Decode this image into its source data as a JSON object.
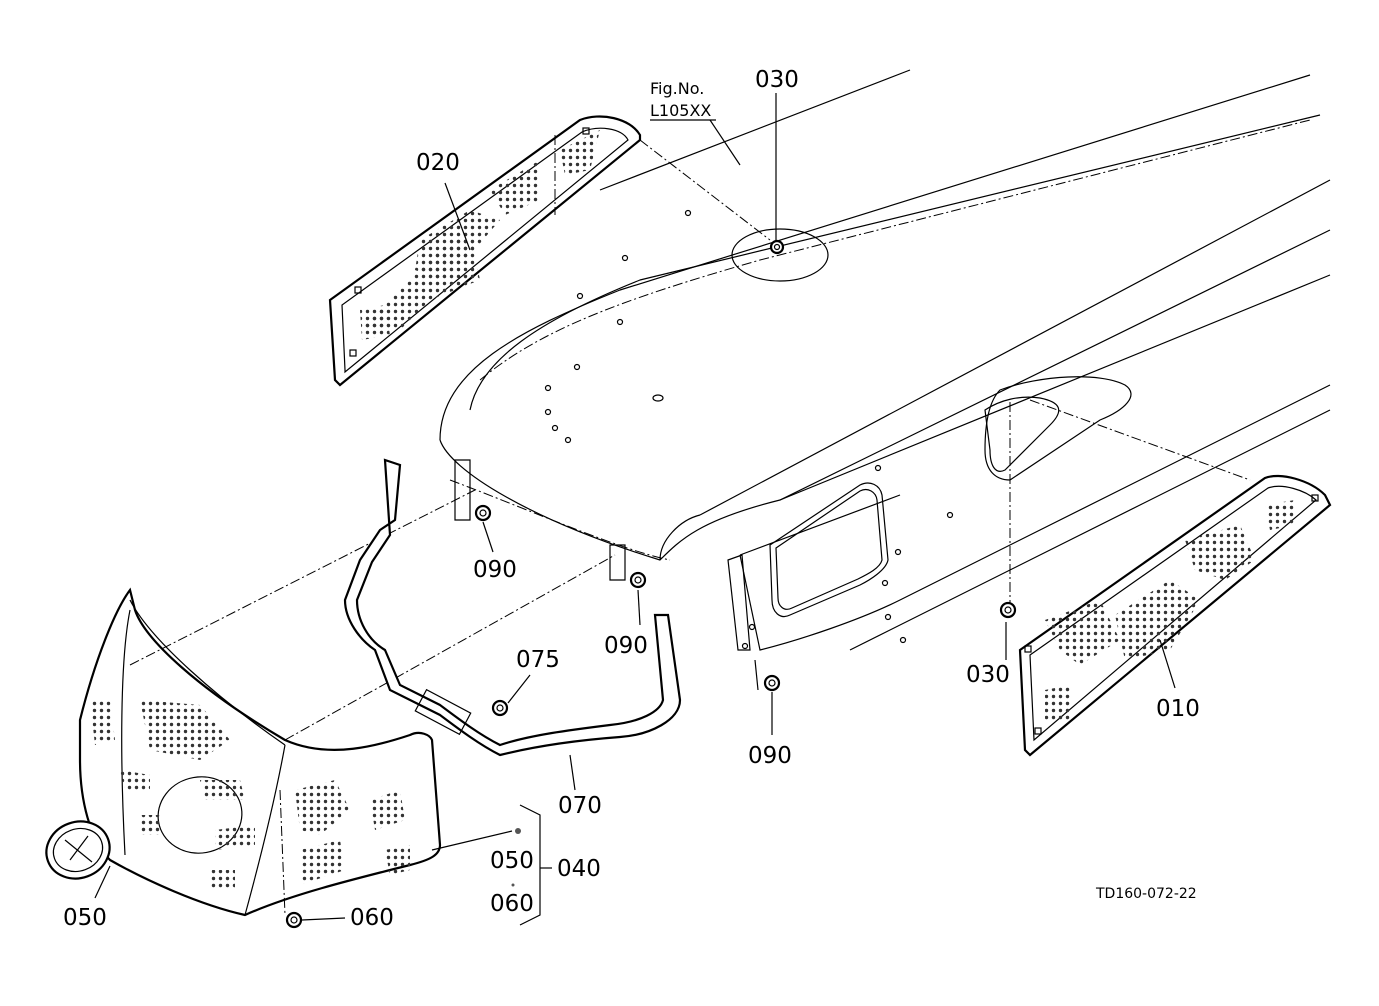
{
  "figure": {
    "fig_no_label": "Fig.No.",
    "fig_no_value": "L105XX",
    "drawing_code": "TD160-072-22"
  },
  "callouts": {
    "p010": "010",
    "p020": "020",
    "p030_top": "030",
    "p030_right": "030",
    "p040": "040",
    "p050_badge": "050",
    "p050_group": "050",
    "p060_bottom": "060",
    "p060_group": "060",
    "p070": "070",
    "p075": "075",
    "p090_a": "090",
    "p090_b": "090",
    "p090_c": "090"
  }
}
